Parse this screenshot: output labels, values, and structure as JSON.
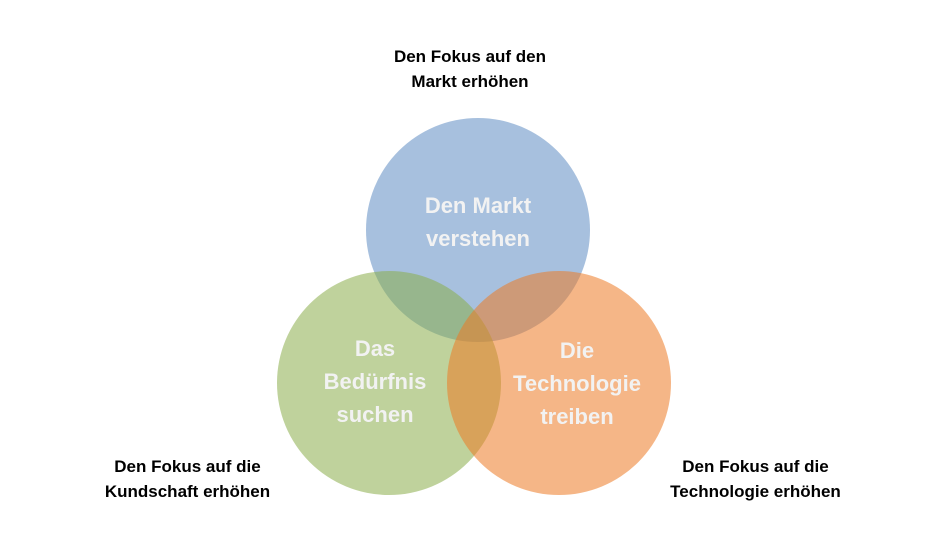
{
  "circles": {
    "market": {
      "label_line1": "Den Markt",
      "label_line2": "verstehen",
      "color": "#4f81bd"
    },
    "need": {
      "label_line1": "Das",
      "label_line2": "Bedürfnis",
      "label_line3": "suchen",
      "color": "#9bbb59"
    },
    "technology": {
      "label_line1": "Die",
      "label_line2": "Technologie",
      "label_line3": "treiben",
      "color": "#f79646"
    }
  },
  "outer_labels": {
    "top": {
      "line1": "Den Fokus auf den",
      "line2": "Markt erhöhen"
    },
    "left": {
      "line1": "Den Fokus auf die",
      "line2": "Kundschaft erhöhen"
    },
    "right": {
      "line1": "Den Fokus auf die",
      "line2": "Technologie erhöhen"
    }
  }
}
